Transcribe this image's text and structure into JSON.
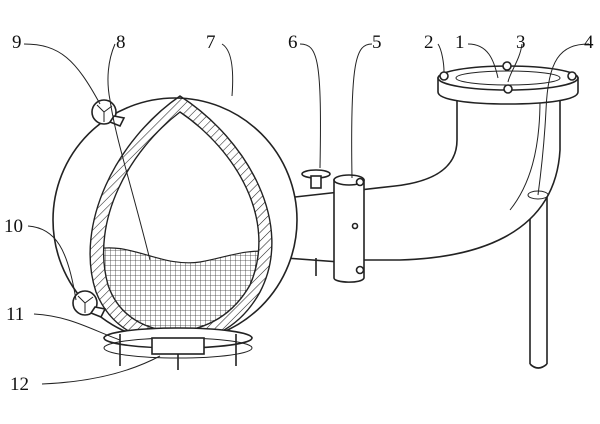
{
  "diagram": {
    "labels": [
      {
        "id": "part-1",
        "text": "1"
      },
      {
        "id": "part-2",
        "text": "2"
      },
      {
        "id": "part-3",
        "text": "3"
      },
      {
        "id": "part-4",
        "text": "4"
      },
      {
        "id": "part-5",
        "text": "5"
      },
      {
        "id": "part-6",
        "text": "6"
      },
      {
        "id": "part-7",
        "text": "7"
      },
      {
        "id": "part-8",
        "text": "8"
      },
      {
        "id": "part-9",
        "text": "9"
      },
      {
        "id": "part-10",
        "text": "10"
      },
      {
        "id": "part-11",
        "text": "11"
      },
      {
        "id": "part-12",
        "text": "12"
      }
    ],
    "colors": {
      "stroke": "#222222",
      "background": "#ffffff"
    }
  }
}
